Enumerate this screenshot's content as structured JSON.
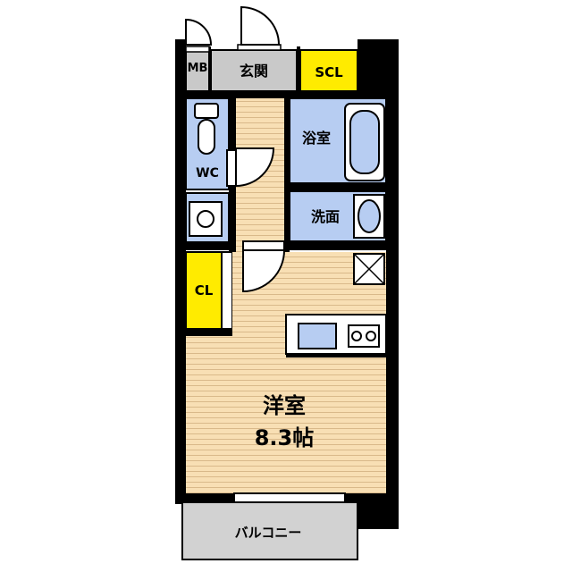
{
  "rooms": {
    "mb": "MB",
    "genkan": "玄関",
    "scl": "SCL",
    "bath": "浴室",
    "wc": "WC",
    "washroom": "洗面",
    "cl": "CL",
    "western_room": "洋室",
    "western_room_size": "8.3帖",
    "balcony": "バルコニー"
  },
  "colors": {
    "wall": "#000000",
    "wet_area": "#b7cdf2",
    "storage": "#ffeb00",
    "floor": "#f8dfb4",
    "floor_line": "#d9b98a",
    "entrance": "#c9c9c9",
    "balcony": "#d2d2d2"
  },
  "icons": [
    "door-swing-icon",
    "toilet-icon",
    "bathtub-icon",
    "washbasin-icon",
    "washing-machine-icon",
    "kitchen-sink-icon",
    "gas-stove-icon",
    "refrigerator-icon"
  ]
}
